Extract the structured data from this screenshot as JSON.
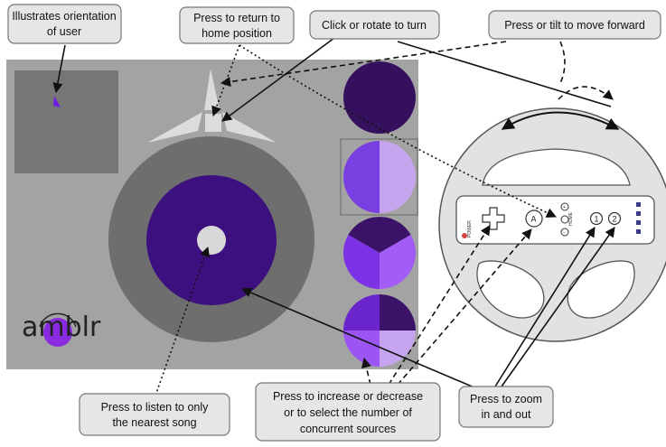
{
  "app": {
    "logo_text": "amblr"
  },
  "callouts": {
    "orientation": [
      "Illustrates orientation",
      "of user"
    ],
    "home": [
      "Press to return to",
      "home position"
    ],
    "turn": [
      "Click or rotate to turn"
    ],
    "forward": [
      "Press or tilt to move forward"
    ],
    "listen": [
      "Press to listen to only",
      "the nearest song"
    ],
    "sources": [
      "Press to increase or decrease",
      "or to select the number of",
      "concurrent sources"
    ],
    "zoom": [
      "Press to zoom",
      "in and out"
    ]
  },
  "wiimote": {
    "a_label": "A",
    "minus_label": "−",
    "plus_label": "+",
    "home_label": "HOME",
    "power_label": "POWER",
    "button_1_label": "1",
    "button_2_label": "2"
  },
  "colors": {
    "panel": "#a3a3a3",
    "minimap": "#767676",
    "ring": "#6e6e6e",
    "disc": "#3d1080",
    "center": "#d8d8d8",
    "circle_dark": "#35105e",
    "circle_mid": "#5b1fb0",
    "circle_light": "#9b5cf0",
    "circle_pale": "#c6a4f0",
    "logo_dot": "#8a2be2",
    "wheel": "#e2e2e2"
  }
}
